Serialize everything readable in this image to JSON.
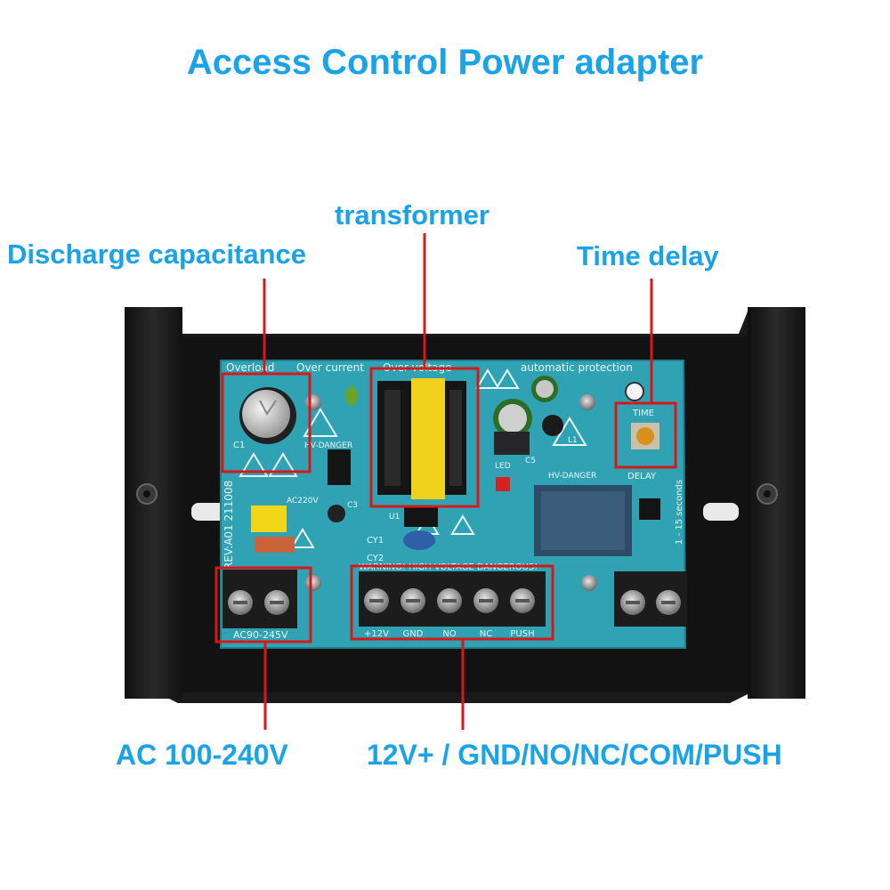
{
  "title": "Access Control Power adapter",
  "callouts": {
    "transformer": "transformer",
    "discharge": "Discharge capacitance",
    "time_delay": "Time delay",
    "ac_input": "AC 100-240V",
    "outputs": "12V+ / GND/NO/NC/COM/PUSH"
  },
  "board": {
    "top_silk_1": "Overload",
    "top_silk_2": "Over current",
    "top_silk_3": "Over voltage",
    "top_silk_4": "automatic protection",
    "rev": "REV:A01 211008",
    "hv1": "HV-DANGER",
    "hv2": "HV-DANGER",
    "ac220": "AC220V",
    "led": "LED",
    "time": "TIME",
    "delay": "DELAY",
    "seconds": "1 - 15 seconds",
    "input_label": "AC90-245V",
    "warning": "WARNING! HIGH VOLTAGE DANGEROUS!",
    "terminals": [
      "+12V",
      "GND",
      "NO",
      "NC",
      "PUSH"
    ],
    "c1": "C1",
    "c3": "C3",
    "c5": "C5",
    "cy1": "CY1",
    "cy2": "CY2",
    "l1": "L1",
    "u1": "U1"
  },
  "colors": {
    "accent": "#1aa3e8",
    "callout": "#d81818",
    "pcb": "#2fa3b4",
    "enclosure": "#1c1c1c"
  }
}
